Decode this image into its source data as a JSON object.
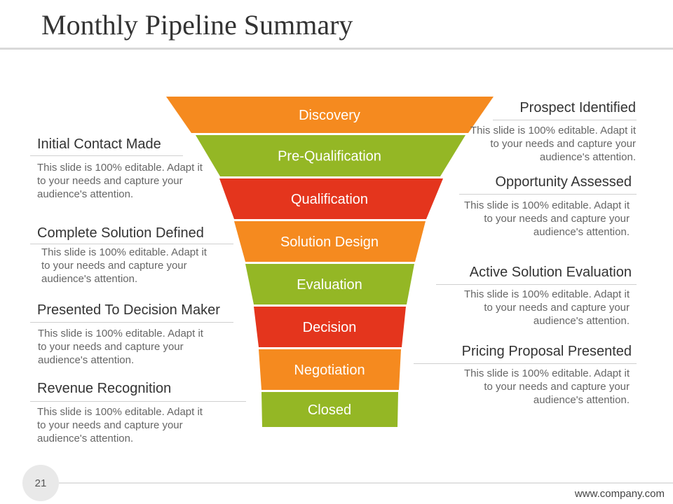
{
  "slide": {
    "title": "Monthly Pipeline Summary",
    "page_number": "21",
    "website": "www.company.com"
  },
  "colors": {
    "orange": "#f58a1f",
    "green": "#94b725",
    "red": "#e4351d",
    "rule_gray": "#d9d9d9"
  },
  "funnel": {
    "stages": [
      {
        "label": "Discovery",
        "color": "#f58a1f"
      },
      {
        "label": "Pre-Qualification",
        "color": "#94b725"
      },
      {
        "label": "Qualification",
        "color": "#e4351d"
      },
      {
        "label": "Solution Design",
        "color": "#f58a1f"
      },
      {
        "label": "Evaluation",
        "color": "#94b725"
      },
      {
        "label": "Decision",
        "color": "#e4351d"
      },
      {
        "label": "Negotiation",
        "color": "#f58a1f"
      },
      {
        "label": "Closed",
        "color": "#94b725"
      }
    ]
  },
  "notes": {
    "left": [
      {
        "heading": "Initial Contact Made",
        "body": "This slide is 100% editable. Adapt it to your needs and capture your audience's attention."
      },
      {
        "heading": "Complete Solution Defined",
        "body": "This slide is 100% editable. Adapt it to your needs and capture your audience's attention."
      },
      {
        "heading": "Presented To Decision Maker",
        "body": "This slide is 100% editable. Adapt it to your needs and capture your audience's attention."
      },
      {
        "heading": "Revenue Recognition",
        "body": "This slide is 100% editable. Adapt it to your needs and capture your audience's attention."
      }
    ],
    "right": [
      {
        "heading": "Prospect Identified",
        "body": "This slide is 100% editable. Adapt it to your needs and capture your audience's attention."
      },
      {
        "heading": "Opportunity Assessed",
        "body": "This slide is 100% editable. Adapt it to your needs and capture your audience's attention."
      },
      {
        "heading": "Active Solution Evaluation",
        "body": "This slide is 100% editable. Adapt it to your needs and capture your audience's attention."
      },
      {
        "heading": "Pricing Proposal Presented",
        "body": "This slide is 100% editable. Adapt it to your needs and capture your audience's attention."
      }
    ]
  }
}
